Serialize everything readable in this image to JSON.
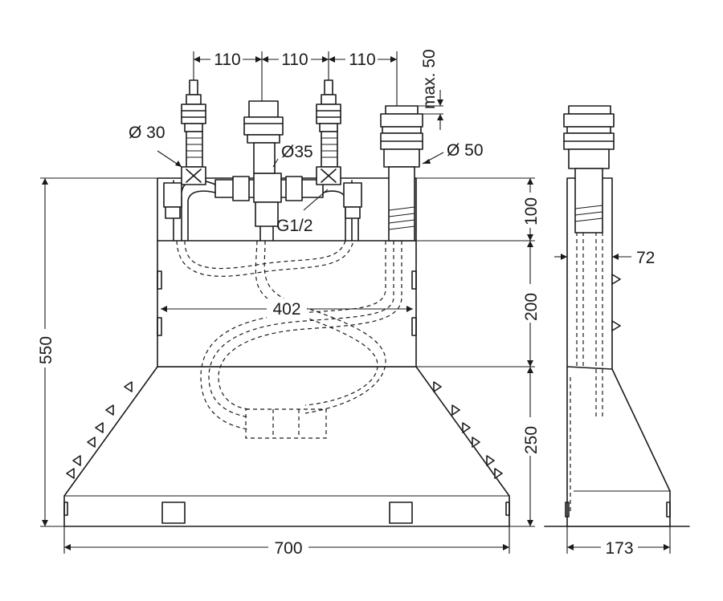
{
  "dimensions": {
    "spacing_1": "110",
    "spacing_2": "110",
    "spacing_3": "110",
    "max_50": "max. 50",
    "diameter_30": "Ø 30",
    "diameter_35": "Ø35",
    "diameter_50": "Ø 50",
    "thread": "G1/2",
    "height_100": "100",
    "height_200": "200",
    "height_250": "250",
    "total_height": "550",
    "inner_width": "402",
    "total_width": "700",
    "side_width_72": "72",
    "side_depth": "173"
  },
  "colors": {
    "line": "#1a1a1a",
    "background": "#ffffff"
  }
}
